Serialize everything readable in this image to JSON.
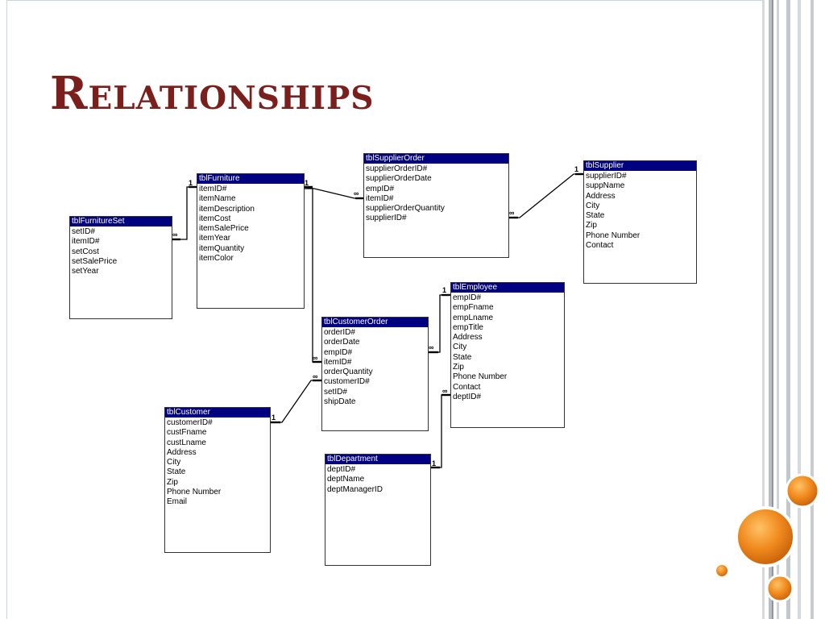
{
  "slide": {
    "title": "Relationships"
  },
  "tables": [
    {
      "id": "furnitureset",
      "name": "tblFurnitureSet",
      "fields": [
        "setID#",
        "itemID#",
        "setCost",
        "setSalePrice",
        "setYear"
      ]
    },
    {
      "id": "furniture",
      "name": "tblFurniture",
      "fields": [
        "itemID#",
        "itemName",
        "itemDescription",
        "itemCost",
        "itemSalePrice",
        "itemYear",
        "itemQuantity",
        "itemColor"
      ]
    },
    {
      "id": "supplierorder",
      "name": "tblSupplierOrder",
      "fields": [
        "supplierOrderID#",
        "supplierOrderDate",
        "empID#",
        "itemID#",
        "supplierOrderQuantity",
        "supplierID#"
      ]
    },
    {
      "id": "supplier",
      "name": "tblSupplier",
      "fields": [
        "supplierID#",
        "suppName",
        "Address",
        "City",
        "State",
        "Zip",
        "Phone Number",
        "Contact"
      ]
    },
    {
      "id": "employee",
      "name": "tblEmployee",
      "fields": [
        "empID#",
        "empFname",
        "empLname",
        "empTitle",
        "Address",
        "City",
        "State",
        "Zip",
        "Phone Number",
        "Contact",
        "deptID#"
      ]
    },
    {
      "id": "customerorder",
      "name": "tblCustomerOrder",
      "fields": [
        "orderID#",
        "orderDate",
        "empID#",
        "itemID#",
        "orderQuantity",
        "customerID#",
        "setID#",
        "shipDate"
      ]
    },
    {
      "id": "customer",
      "name": "tblCustomer",
      "fields": [
        "customerID#",
        "custFname",
        "custLname",
        "Address",
        "City",
        "State",
        "Zip",
        "Phone Number",
        "Email"
      ]
    },
    {
      "id": "department",
      "name": "tblDepartment",
      "fields": [
        "deptID#",
        "deptName",
        "deptManagerID"
      ]
    }
  ],
  "cardinality": {
    "one": "1",
    "many": "∞"
  },
  "colors": {
    "title": "#7a1f1c",
    "table_header": "#000080",
    "accent_orange": "#f08a1e"
  }
}
